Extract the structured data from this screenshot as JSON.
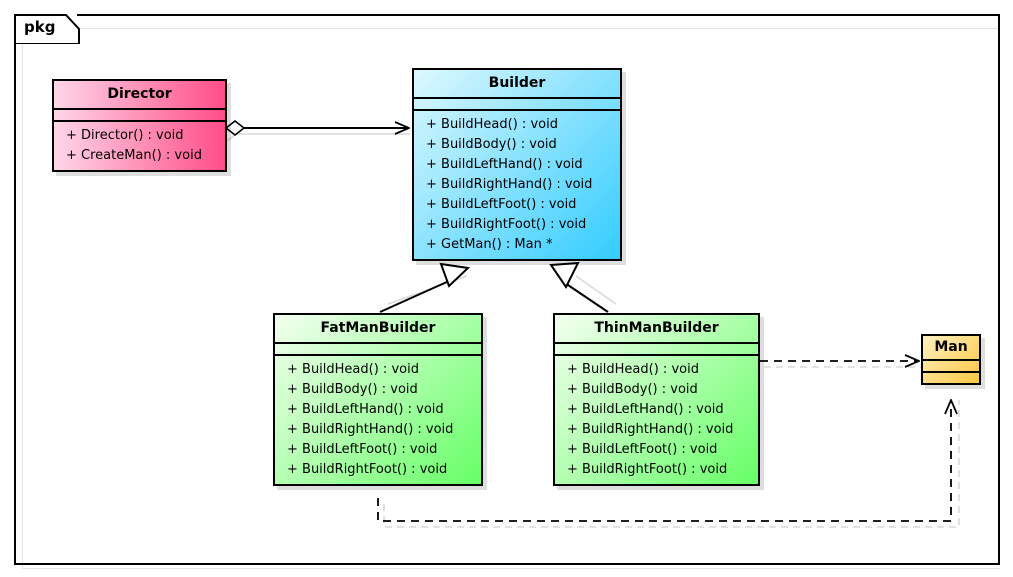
{
  "diagram": {
    "type": "uml-class-diagram",
    "pattern": "Builder",
    "package_label": "pkg",
    "background": "#ffffff",
    "frame_color": "#000000"
  },
  "classes": {
    "director": {
      "name": "Director",
      "color_from": "#ffd6e7",
      "color_to": "#ff4d88",
      "attributes": [],
      "methods": [
        "+ Director() : void",
        "+ CreateMan() : void"
      ]
    },
    "builder": {
      "name": "Builder",
      "color_from": "#ddf8fe",
      "color_to": "#33ccff",
      "attributes": [],
      "methods": [
        "+ BuildHead() : void",
        "+ BuildBody() : void",
        "+ BuildLeftHand() : void",
        "+ BuildRightHand() : void",
        "+ BuildLeftFoot() : void",
        "+ BuildRightFoot() : void",
        "+ GetMan() : Man *"
      ]
    },
    "fatmanbuilder": {
      "name": "FatManBuilder",
      "color_from": "#f4fff0",
      "color_to": "#66ff66",
      "attributes": [],
      "methods": [
        "+ BuildHead() : void",
        "+ BuildBody() : void",
        "+ BuildLeftHand() : void",
        "+ BuildRightHand() : void",
        "+ BuildLeftFoot() : void",
        "+ BuildRightFoot() : void"
      ]
    },
    "thinmanbuilder": {
      "name": "ThinManBuilder",
      "color_from": "#f4fff0",
      "color_to": "#66ff66",
      "attributes": [],
      "methods": [
        "+ BuildHead() : void",
        "+ BuildBody() : void",
        "+ BuildLeftHand() : void",
        "+ BuildRightHand() : void",
        "+ BuildLeftFoot() : void",
        "+ BuildRightFoot() : void"
      ]
    },
    "man": {
      "name": "Man",
      "color_from": "#fdf0c0",
      "color_to": "#ffc742",
      "attributes": [],
      "methods": []
    }
  },
  "relationships": [
    {
      "id": "director-builder",
      "kind": "aggregation",
      "from": "Director",
      "to": "Builder",
      "line": "solid",
      "source_decoration": "hollow-diamond",
      "target_decoration": "open-arrow"
    },
    {
      "id": "fatmanbuilder-builder",
      "kind": "generalization",
      "from": "FatManBuilder",
      "to": "Builder",
      "line": "solid",
      "target_decoration": "hollow-triangle"
    },
    {
      "id": "thinmanbuilder-builder",
      "kind": "generalization",
      "from": "ThinManBuilder",
      "to": "Builder",
      "line": "solid",
      "target_decoration": "hollow-triangle"
    },
    {
      "id": "thinmanbuilder-man",
      "kind": "dependency",
      "from": "ThinManBuilder",
      "to": "Man",
      "line": "dashed",
      "target_decoration": "open-arrow"
    },
    {
      "id": "fatmanbuilder-man",
      "kind": "dependency",
      "from": "FatManBuilder",
      "to": "Man",
      "line": "dashed",
      "target_decoration": "open-arrow"
    }
  ]
}
